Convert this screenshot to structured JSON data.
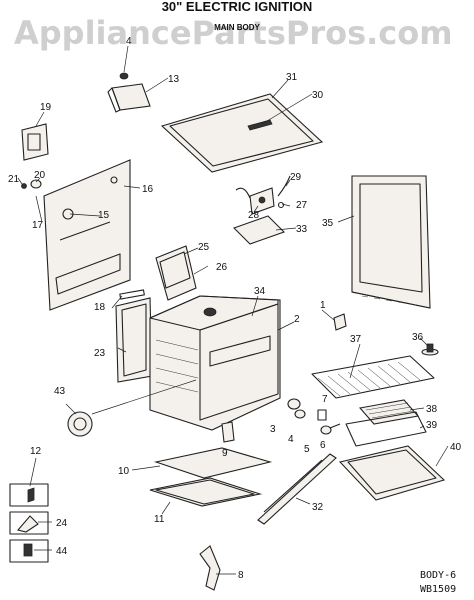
{
  "watermark": "AppliancePartsPros.com",
  "title": "30\" ELECTRIC IGNITION",
  "subtitle": "MAIN BODY",
  "diagram_code": "BODY-6",
  "diagram_ref": "WB1509",
  "callouts": {
    "c1": "1",
    "c2": "2",
    "c3": "3",
    "c4a": "4",
    "c4b": "4",
    "c5": "5",
    "c6": "6",
    "c7": "7",
    "c8": "8",
    "c9": "9",
    "c10": "10",
    "c11": "11",
    "c12": "12",
    "c13": "13",
    "c15": "15",
    "c16": "16",
    "c17": "17",
    "c18": "18",
    "c19": "19",
    "c20": "20",
    "c21": "21",
    "c23": "23",
    "c24": "24",
    "c25": "25",
    "c26": "26",
    "c27": "27",
    "c28": "28",
    "c29": "29",
    "c30": "30",
    "c31": "31",
    "c32": "32",
    "c33": "33",
    "c34": "34",
    "c35": "35",
    "c36": "36",
    "c37": "37",
    "c38": "38",
    "c39": "39",
    "c40": "40",
    "c43": "43",
    "c44": "44"
  }
}
